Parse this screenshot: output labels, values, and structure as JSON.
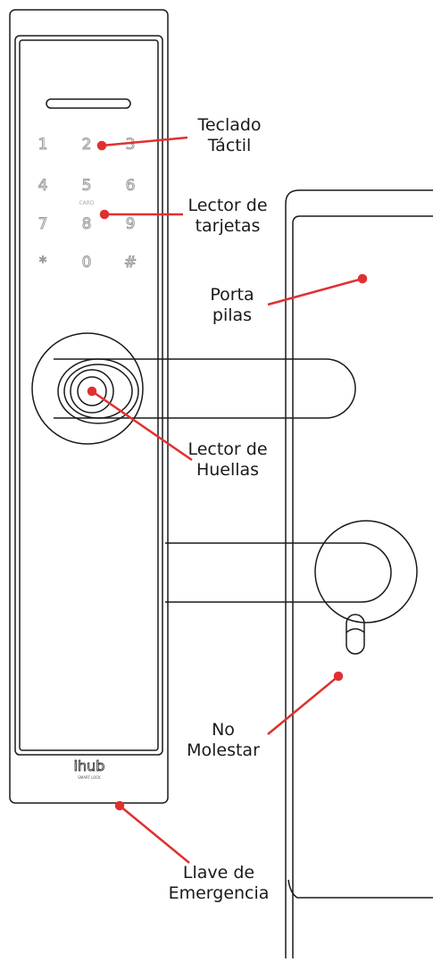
{
  "keypad": {
    "rows": [
      [
        "1",
        "2",
        "3"
      ],
      [
        "4",
        "5",
        "6"
      ],
      [
        "7",
        "8",
        "9"
      ],
      [
        "*",
        "0",
        "#"
      ]
    ],
    "card_text": "CARD"
  },
  "brand": {
    "name": "ihub",
    "tagline": "SMART LOCK"
  },
  "callouts": [
    {
      "id": "teclado",
      "line1": "Teclado",
      "line2": "Táctil"
    },
    {
      "id": "tarjetas",
      "line1": "Lector de",
      "line2": "tarjetas"
    },
    {
      "id": "pilas",
      "line1": "Porta",
      "line2": "pilas"
    },
    {
      "id": "huellas",
      "line1": "Lector de",
      "line2": "Huellas"
    },
    {
      "id": "molestar",
      "line1": "No",
      "line2": "Molestar"
    },
    {
      "id": "llave",
      "line1": "Llave de",
      "line2": "Emergencia"
    }
  ],
  "colors": {
    "callout_red": "#e03030",
    "outline": "#1a1a1a",
    "keypad_gray": "#9a9a9a"
  }
}
